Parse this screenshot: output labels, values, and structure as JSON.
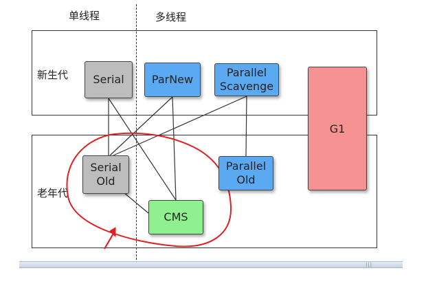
{
  "columns": {
    "single_thread": "单线程",
    "multi_thread": "多线程"
  },
  "rows": {
    "young": "新生代",
    "old": "老年代"
  },
  "nodes": {
    "serial": {
      "line1": "Serial"
    },
    "parnew": {
      "line1": "ParNew"
    },
    "parallel_scavenge": {
      "line1": "Parallel",
      "line2": "Scavenge"
    },
    "g1": {
      "line1": "G1"
    },
    "serial_old": {
      "line1": "Serial",
      "line2": "Old"
    },
    "parallel_old": {
      "line1": "Parallel",
      "line2": "Old"
    },
    "cms": {
      "line1": "CMS"
    }
  },
  "colors": {
    "gray": "#bdbdbd",
    "blue": "#5ba9f0",
    "green": "#8ef08e",
    "pink": "#f59393",
    "annotation_red": "#e02020"
  },
  "connections": [
    [
      "serial",
      "serial_old"
    ],
    [
      "serial",
      "cms"
    ],
    [
      "parnew",
      "serial_old"
    ],
    [
      "parnew",
      "cms"
    ],
    [
      "parallel_scavenge",
      "serial_old"
    ],
    [
      "parallel_scavenge",
      "parallel_old"
    ],
    [
      "serial_old",
      "cms"
    ]
  ]
}
